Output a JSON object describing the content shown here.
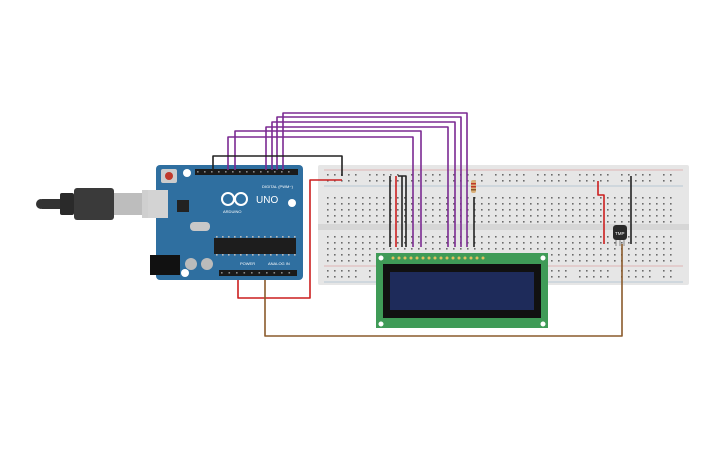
{
  "arduino": {
    "brand": "UNO",
    "logo_text": "ARDUINO",
    "header_digital": "DIGITAL (PWM~)",
    "header_power": "POWER",
    "header_analog": "ANALOG IN"
  },
  "sensor": {
    "label": "TMP"
  },
  "colors": {
    "arduino_board": "#2f6fa0",
    "breadboard": "#e6e6e6",
    "lcd_pcb": "#3f9b57",
    "lcd_screen": "#1e2b5a",
    "wire_purple": "#7b2a92",
    "wire_red": "#cc1f1f",
    "wire_black": "#222222",
    "wire_brown": "#8a5a2b"
  }
}
